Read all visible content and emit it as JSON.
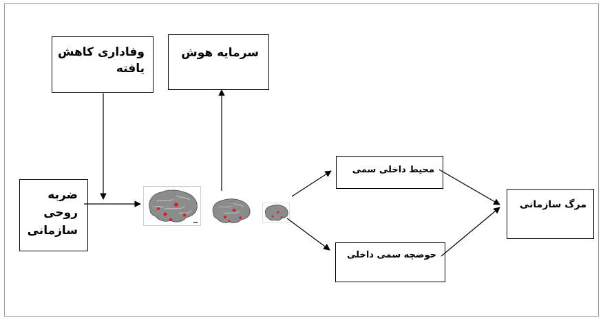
{
  "diagram": {
    "nodes": {
      "reduced_loyalty": "وفاداری کاهش\nیافته",
      "intelligence_capital": "سرمایه هوش",
      "spiritual_shock": "ضربه\nروحی\nسازمانی",
      "toxic_internal_environment": "محیط داخلی سمی",
      "internal_toxic_pool": "حوضچه سمی داخلی",
      "organizational_death": "مرگ سازمانی"
    },
    "images": [
      "brain-scan-large-icon",
      "brain-scan-medium-icon",
      "brain-scan-small-icon"
    ],
    "colors": {
      "line": "#000000",
      "brain_gray": "#8c8c8c",
      "lesion_red": "#d81f26"
    }
  }
}
